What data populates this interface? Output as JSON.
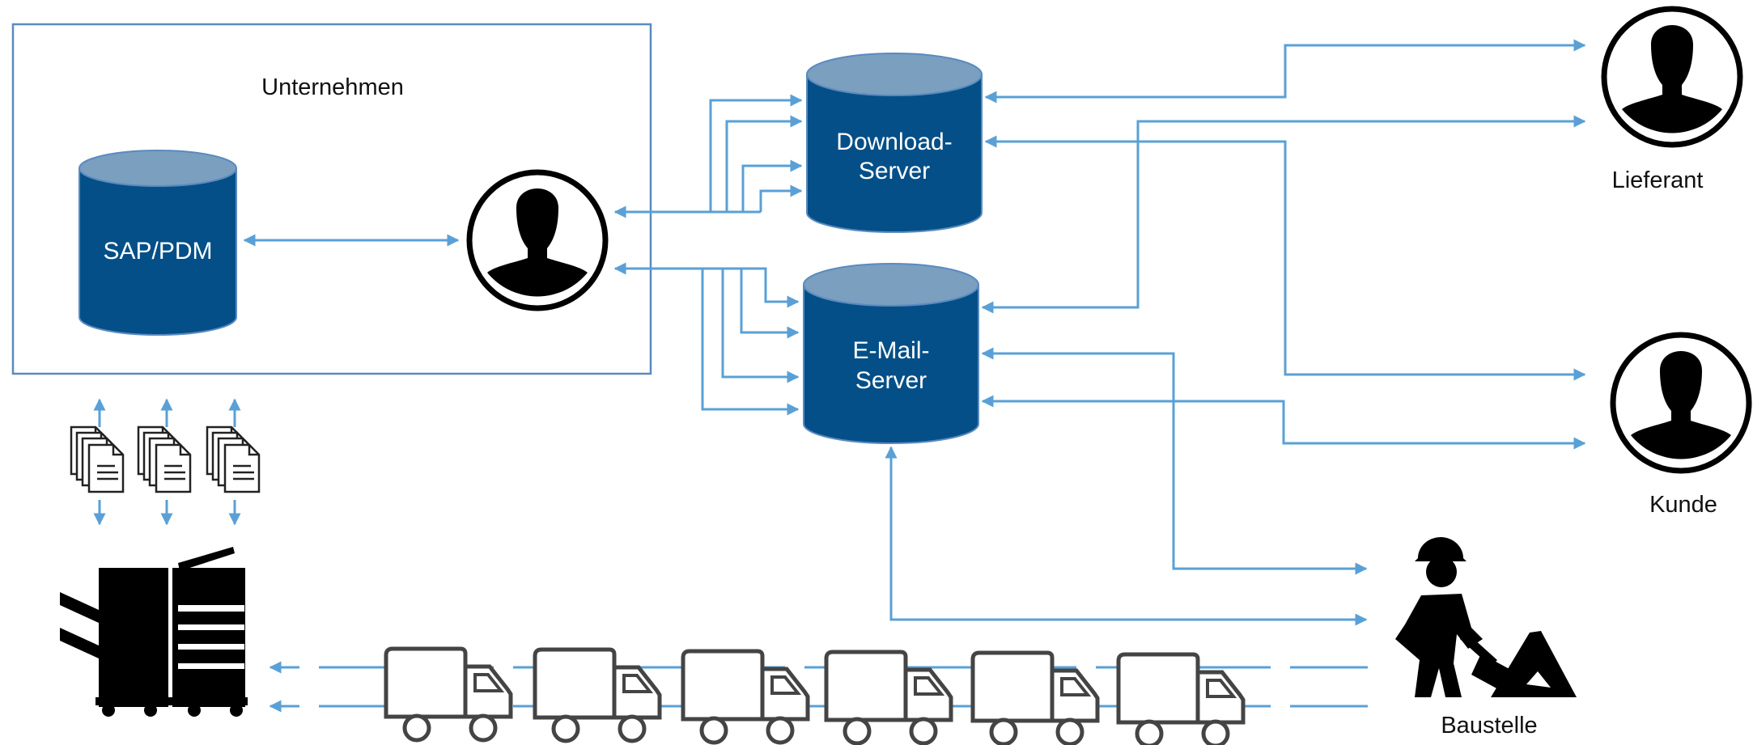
{
  "labels": {
    "company": "Unternehmen",
    "sap": "SAP/PDM",
    "download_line1": "Download-",
    "download_line2": "Server",
    "email_line1": "E-Mail-",
    "email_line2": "Server",
    "supplier": "Lieferant",
    "customer": "Kunde",
    "site": "Baustelle"
  },
  "colors": {
    "db_body": "#044f87",
    "db_top": "#7a9fbf",
    "arrow": "#5aa0d6",
    "icon": "#000000"
  },
  "icons": {
    "employee": "person-icon",
    "supplier": "person-icon",
    "customer": "person-icon",
    "worker": "construction-worker-icon",
    "printer": "printer-icon",
    "documents": "document-stack-icon",
    "truck": "truck-icon"
  }
}
